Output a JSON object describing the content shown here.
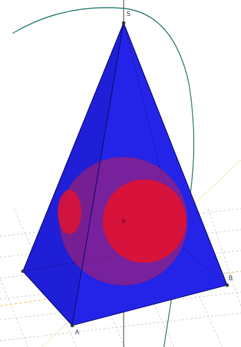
{
  "diagram": {
    "labels": [
      "S",
      "A",
      "B"
    ]
  }
}
